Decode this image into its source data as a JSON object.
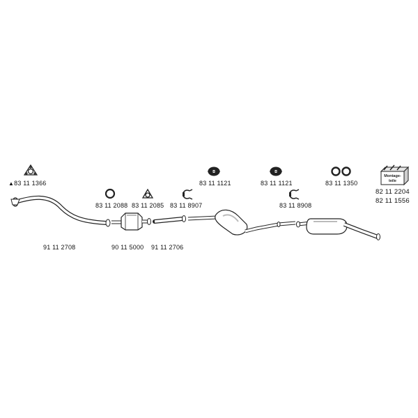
{
  "parts": {
    "flange_gasket": {
      "marker": "▲",
      "number": "83 11 1366"
    },
    "ring_gasket": "83 11 2088",
    "triangle_gasket": "83 11 2085",
    "clamp_front": "83 11 8907",
    "hanger_front": "83 11 1121",
    "hanger_rear": "83 11 1121",
    "rubber_rings": "83 11 1350",
    "clamp_rear": "83 11 8908",
    "mounting_kit": {
      "box_text": [
        "Montage-",
        "teile"
      ],
      "numbers": [
        "82 11 2204",
        "82 11 1556"
      ]
    },
    "front_pipe": "91 11 2708",
    "catalytic_converter": "90 11 5000",
    "center_pipe": "91 11 2706"
  },
  "colors": {
    "line": "#222222",
    "fill": "#ffffff",
    "shade": "#d9d9d9"
  }
}
